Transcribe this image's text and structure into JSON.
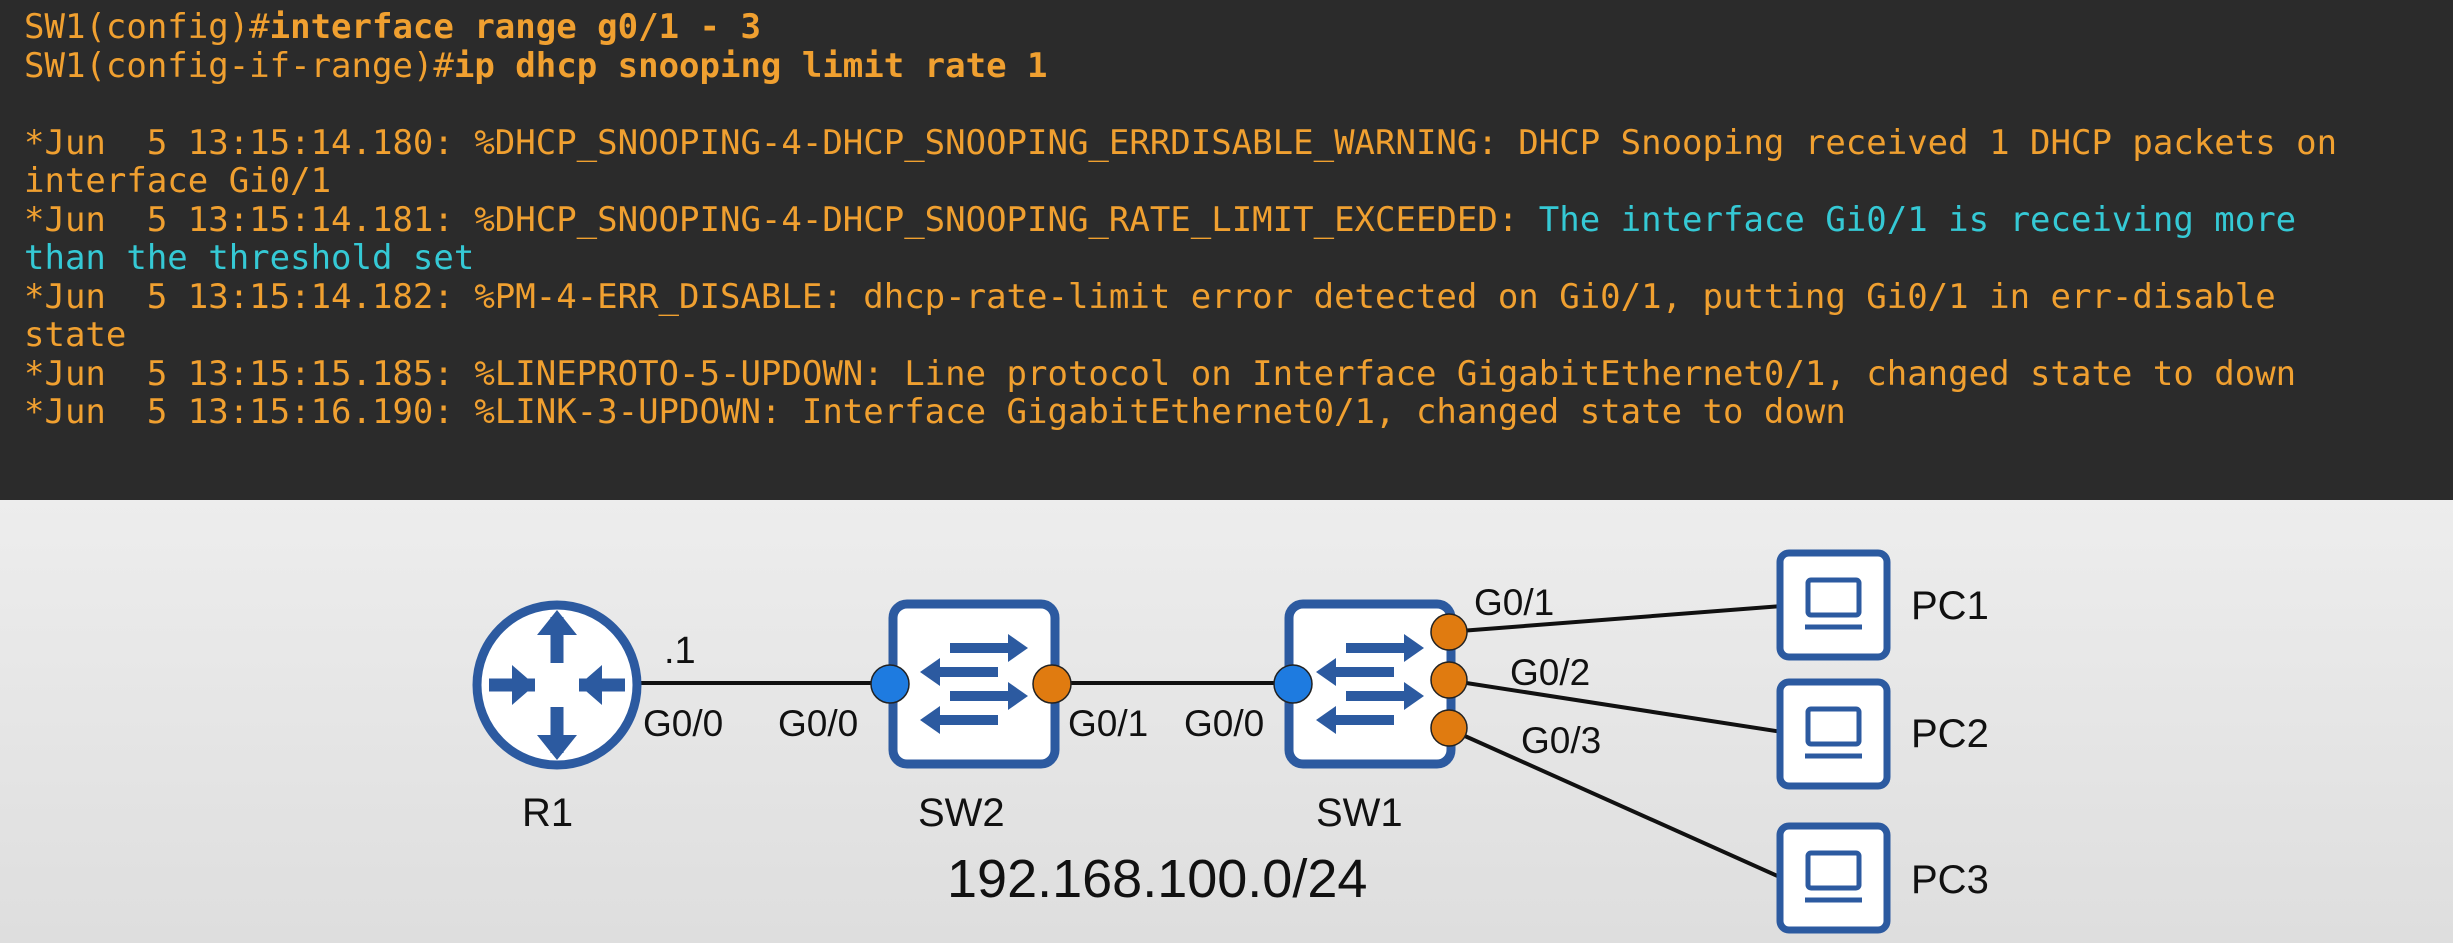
{
  "terminal": {
    "commands": [
      {
        "prompt": "SW1(config)#",
        "command": "interface range g0/1 - 3"
      },
      {
        "prompt": "SW1(config-if-range)#",
        "command": "ip dhcp snooping limit rate 1"
      }
    ],
    "logs": [
      {
        "line1": "*Jun  5 13:15:14.180: %DHCP_SNOOPING-4-DHCP_SNOOPING_ERRDISABLE_WARNING: DHCP Snooping received 1 DHCP packets on",
        "line2": "interface Gi0/1"
      },
      {
        "prefix": "*Jun  5 13:15:14.181: %DHCP_SNOOPING-4-DHCP_SNOOPING_RATE_LIMIT_EXCEEDED: ",
        "highlight1": "The interface Gi0/1 is receiving more",
        "highlight2": "than the threshold set"
      },
      {
        "line1": "*Jun  5 13:15:14.182: %PM-4-ERR_DISABLE: dhcp-rate-limit error detected on Gi0/1, putting Gi0/1 in err-disable",
        "line2": "state"
      },
      {
        "line1": "*Jun  5 13:15:15.185: %LINEPROTO-5-UPDOWN: Line protocol on Interface GigabitEthernet0/1, changed state to down"
      },
      {
        "line1": "*Jun  5 13:15:16.190: %LINK-3-UPDOWN: Interface GigabitEthernet0/1, changed state to down"
      }
    ]
  },
  "diagram": {
    "colors": {
      "device": "#2c5aa0",
      "blue_port": "#1e7be0",
      "orange_port": "#e07b10",
      "link": "#111111"
    },
    "devices": {
      "r1": "R1",
      "sw2": "SW2",
      "sw1": "SW1",
      "pc1": "PC1",
      "pc2": "PC2",
      "pc3": "PC3"
    },
    "ports": {
      "r1_g00": "G0/0",
      "r1_ip": ".1",
      "sw2_g00": "G0/0",
      "sw2_g01": "G0/1",
      "sw1_g00": "G0/0",
      "sw1_g01": "G0/1",
      "sw1_g02": "G0/2",
      "sw1_g03": "G0/3"
    },
    "subnet": "192.168.100.0/24",
    "icons": {
      "router": "router-icon",
      "switch": "switch-icon",
      "pc": "pc-icon"
    }
  }
}
